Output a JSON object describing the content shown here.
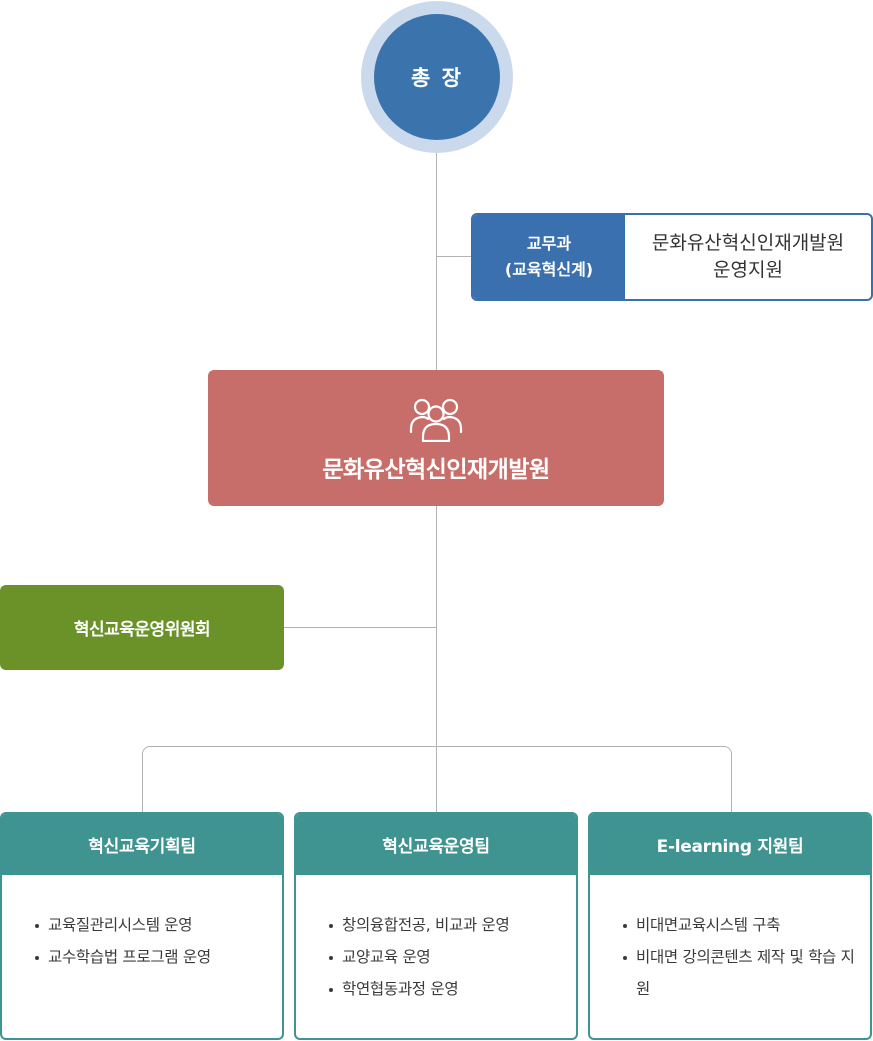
{
  "president": {
    "label": "총 장"
  },
  "academic_affairs": {
    "dept_line1": "교무과",
    "dept_line2": "(교육혁신계)",
    "role_line1": "문화유산혁신인재개발원",
    "role_line2": "운영지원"
  },
  "institute": {
    "title": "문화유산혁신인재개발원",
    "icon": "people-group-icon"
  },
  "committee": {
    "label": "혁신교육운영위원회"
  },
  "teams": [
    {
      "name": "혁신교육기획팀",
      "items": [
        "교육질관리시스템 운영",
        "교수학습법 프로그램 운영"
      ]
    },
    {
      "name": "혁신교육운영팀",
      "items": [
        "창의융합전공, 비교과 운영",
        "교양교육 운영",
        "학연협동과정 운영"
      ]
    },
    {
      "name": "E-learning 지원팀",
      "items": [
        "비대면교육시스템 구축",
        "비대면 강의콘텐츠 제작 및 학습 지원"
      ]
    }
  ],
  "colors": {
    "president": "#3b73ad",
    "president_ring": "#cbd9ec",
    "academic_affairs": "#3a70ad",
    "institute": "#c86e6a",
    "committee": "#6a9229",
    "team": "#3f9492",
    "connector": "#b3b3b3"
  }
}
